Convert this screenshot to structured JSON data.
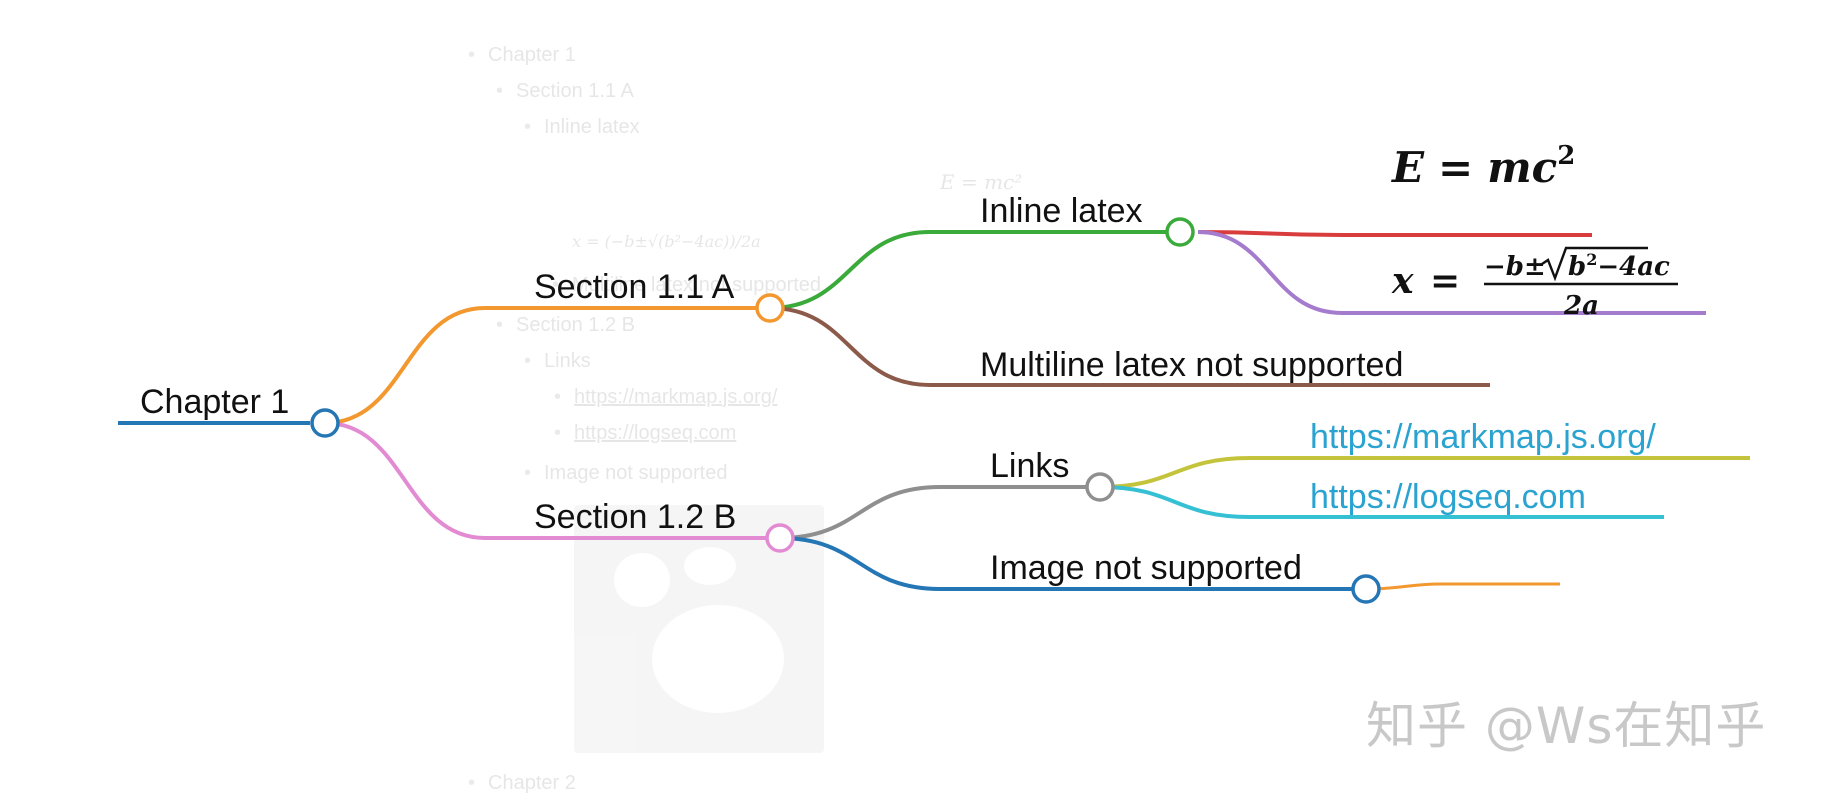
{
  "background_outline": {
    "items": [
      {
        "label": "Chapter 1"
      },
      {
        "label": "Section 1.1 A"
      },
      {
        "label": "Inline latex"
      },
      {
        "label": "E = mc²"
      },
      {
        "label": "x = (−b±√(b²−4ac))/2a"
      },
      {
        "label": "Multiline latex not supported"
      },
      {
        "label": "Section 1.2 B"
      },
      {
        "label": "Links"
      },
      {
        "label": "https://markmap.js.org/"
      },
      {
        "label": "https://logseq.com"
      },
      {
        "label": "Image not supported"
      },
      {
        "label": "Chapter 2"
      }
    ]
  },
  "mindmap": {
    "root": "Chapter 1",
    "section_a": "Section 1.1 A",
    "inline_latex": "Inline latex",
    "formula_emc2": {
      "lhs": "E",
      "eq": "=",
      "rhs": "mc",
      "exp": "2"
    },
    "formula_quadratic": {
      "lhs": "x",
      "eq": "=",
      "numerator_left": "−b±",
      "radicand": "b",
      "radicand_exp": "2",
      "radicand_rest": "−4ac",
      "denominator": "2a"
    },
    "multiline": "Multiline latex not supported",
    "section_b": "Section 1.2 B",
    "links": "Links",
    "link_markmap": "https://markmap.js.org/",
    "link_logseq": "https://logseq.com",
    "image_unsupported": "Image not supported"
  },
  "colors": {
    "root": "#2476b5",
    "section_a": "#f2982f",
    "inline_latex": "#3aaa3a",
    "emc2": "#d83c3c",
    "quadratic": "#a57ccd",
    "multiline": "#8c5a4b",
    "section_b": "#e38bd2",
    "links": "#8f8f8f",
    "link_markmap": "#c4c43c",
    "link_logseq": "#35c0d4",
    "image_unsupported": "#2476b5",
    "image_child": "#f2982f"
  },
  "watermark": "知乎 @Ws在知乎"
}
